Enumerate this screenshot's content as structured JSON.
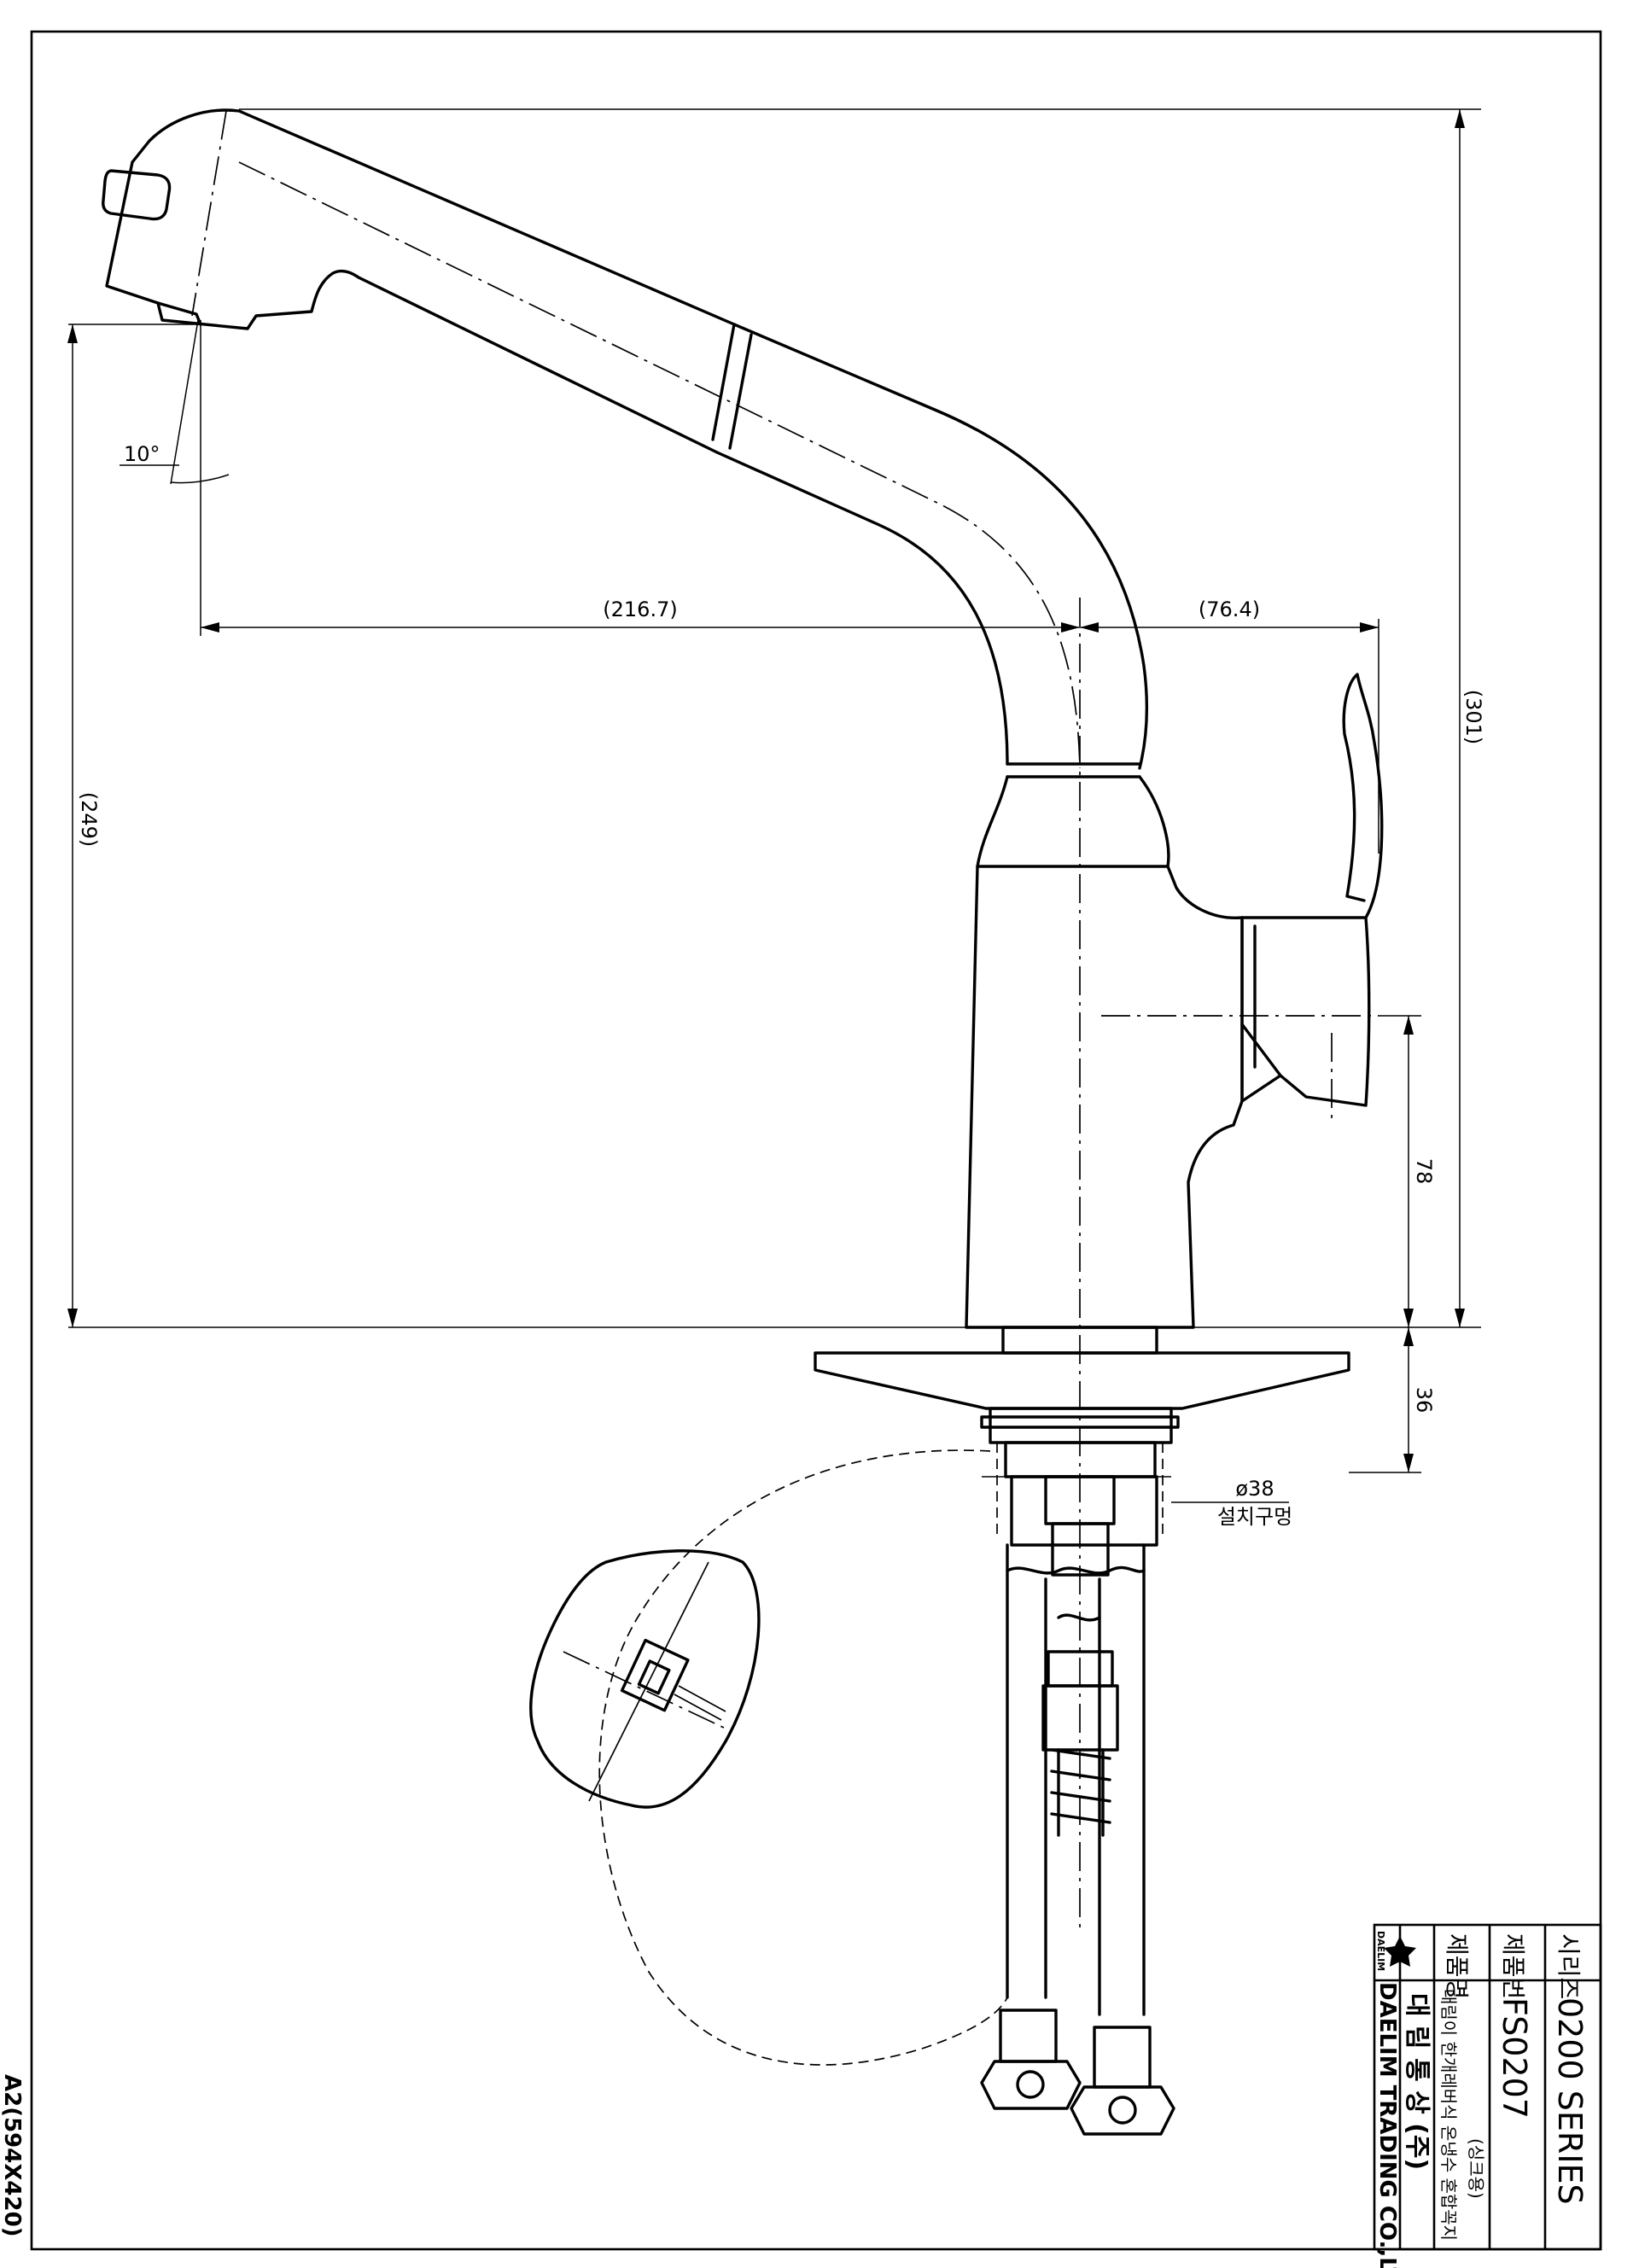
{
  "drawing": {
    "paper_size": "A2(594X420)",
    "dimensions": {
      "spout_reach": "(216.7)",
      "handle_offset": "(76.4)",
      "overall_height": "(301)",
      "spout_outlet_height": "(249)",
      "spray_angle": "10°",
      "handle_axis_height": "78",
      "deck_thickness": "36",
      "hole_diameter": "ø38",
      "hole_label": "설치구멍"
    }
  },
  "title_block": {
    "series_label": "시리즈",
    "series_value": "0200 SERIES",
    "product_no_label": "제품번",
    "product_no_value": "FS0207",
    "product_name_label": "제품명",
    "product_name_line1": "대림이 한개레버식 온냉수 혼합꼭지",
    "product_name_line2": "(싱크용)",
    "company_korean": "대 림 통 상 (주)",
    "company_english": "DAELIM TRADING CO.,LTD",
    "logo_text": "DAELIM"
  }
}
